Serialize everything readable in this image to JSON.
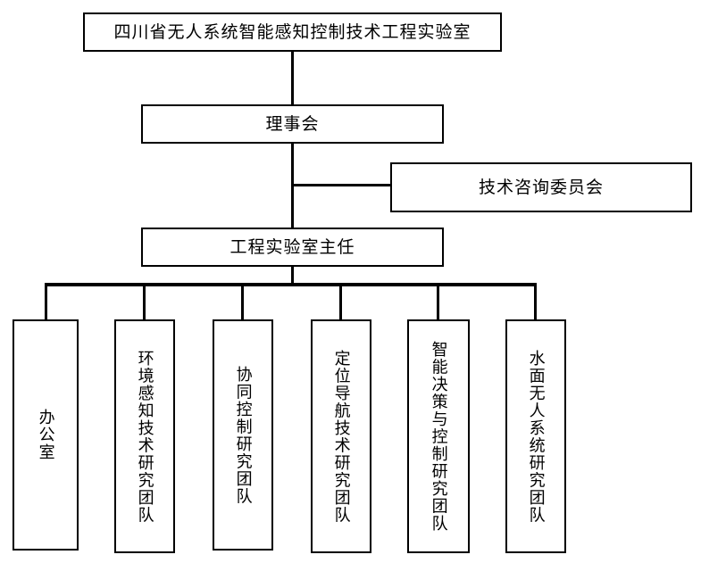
{
  "diagram": {
    "type": "organizational-chart",
    "language": "zh-CN",
    "background_color": "#ffffff",
    "line_color": "#000000",
    "text_color": "#000000",
    "title_node": {
      "label": "四川省无人系统智能感知控制技术工程实验室",
      "orientation": "horizontal"
    },
    "board_node": {
      "label": "理事会",
      "orientation": "horizontal"
    },
    "advisory_node": {
      "label": "技术咨询委员会",
      "orientation": "horizontal"
    },
    "director_node": {
      "label": "工程实验室主任",
      "orientation": "horizontal"
    },
    "departments": [
      {
        "label": "办公室",
        "orientation": "vertical"
      },
      {
        "label": "环境感知技术研究团队",
        "orientation": "vertical"
      },
      {
        "label": "协同控制研究团队",
        "orientation": "vertical"
      },
      {
        "label": "定位导航技术研究团队",
        "orientation": "vertical"
      },
      {
        "label": "智能决策与控制研究团队",
        "orientation": "vertical"
      },
      {
        "label": "水面无人系统研究团队",
        "orientation": "vertical"
      }
    ]
  }
}
